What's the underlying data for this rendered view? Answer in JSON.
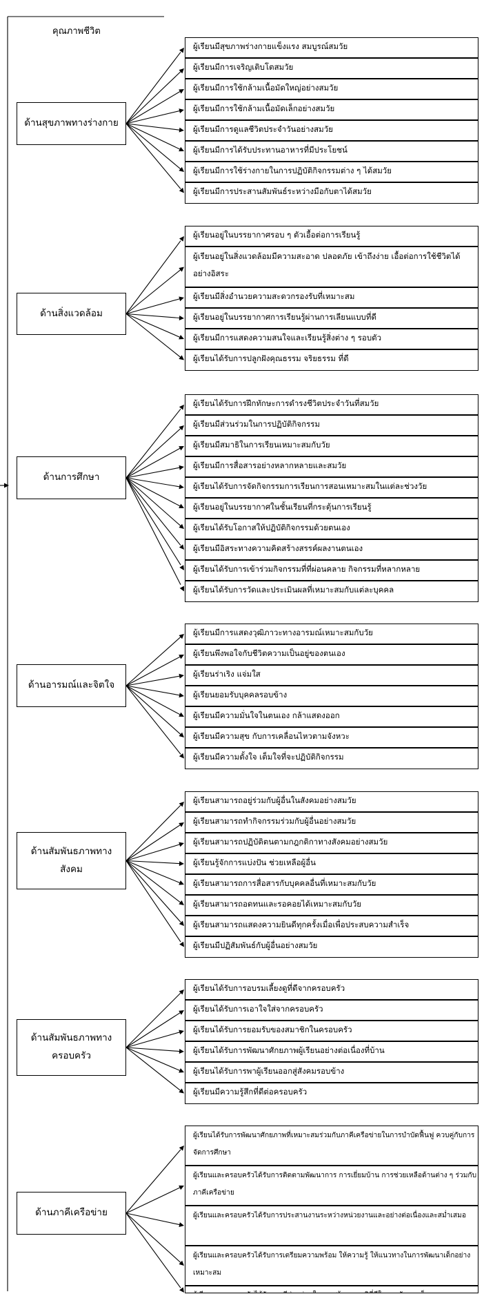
{
  "title": "คุณภาพชีวิต",
  "groups": [
    {
      "label": "ด้านสุขภาพทางร่างกาย",
      "items": [
        "ผู้เรียนมีสุขภาพร่างกายแข็งแรง สมบูรณ์สมวัย",
        "ผู้เรียนมีการเจริญเติบโตสมวัย",
        "ผู้เรียนมีการใช้กล้ามเนื้อมัดใหญ่อย่างสมวัย",
        "ผู้เรียนมีการใช้กล้ามเนื้อมัดเล็กอย่างสมวัย",
        "ผู้เรียนมีการดูแลชีวิตประจำวันอย่างสมวัย",
        "ผู้เรียนมีการได้รับประทานอาหารที่มีประโยชน์",
        "ผู้เรียนมีการใช้ร่างกายในการปฏิบัติกิจกรรมต่าง ๆ ได้สมวัย",
        "ผู้เรียนมีการประสานสัมพันธ์ระหว่างมือกับตาได้สมวัย"
      ]
    },
    {
      "label": "ด้านสิ่งแวดล้อม",
      "items": [
        "ผู้เรียนอยู่ในบรรยากาศรอบ ๆ ตัวเอื้อต่อการเรียนรู้",
        "ผู้เรียนอยู่ในสิ่งแวดล้อมมีความสะอาด ปลอดภัย เข้าถึงง่าย เอื้อต่อการใช้ชีวิตได้อย่างอิสระ",
        "ผู้เรียนมีสิ่งอำนวยความสะดวกรองรับที่เหมาะสม",
        "ผู้เรียนอยู่ในบรรยากาศการเรียนรู้ผ่านการเลียนแบบที่ดี",
        "ผู้เรียนมีการแสดงความสนใจและเรียนรู้สิ่งต่าง ๆ รอบตัว",
        "ผู้เรียนได้รับการปลูกฝังคุณธรรม จริยธรรม ที่ดี"
      ]
    },
    {
      "label": "ด้านการศึกษา",
      "items": [
        "ผู้เรียนได้รับการฝึกทักษะการดำรงชีวิตประจำวันที่สมวัย",
        "ผู้เรียนมีส่วนร่วมในการปฏิบัติกิจกรรม",
        "ผู้เรียนมีสมาธิในการเรียนเหมาะสมกับวัย",
        "ผู้เรียนมีการสื่อสารอย่างหลากหลายและสมวัย",
        "ผู้เรียนได้รับการจัดกิจกรรมการเรียนการสอนเหมาะสมในแต่ละช่วงวัย",
        "ผู้เรียนอยู่ในบรรยากาศในชั้นเรียนที่กระตุ้นการเรียนรู้",
        "ผู้เรียนได้รับโอกาสให้ปฏิบัติกิจกรรมด้วยตนเอง",
        "ผู้เรียนมีอิสระทางความคิดสร้างสรรค์ผลงานตนเอง",
        "ผู้เรียนได้รับการเข้าร่วมกิจกรรมที่ที่ผ่อนคลาย กิจกรรมที่หลากหลาย",
        "ผู้เรียนได้รับการวัดและประเมินผลที่เหมาะสมกับแต่ละบุคคล"
      ]
    },
    {
      "label": "ด้านอารมณ์และจิตใจ",
      "items": [
        "ผู้เรียนมีการแสดงวุฒิภาวะทางอารมณ์เหมาะสมกับวัย",
        "ผู้เรียนพึงพอใจกับชีวิตความเป็นอยู่ของตนเอง",
        "ผู้เรียนร่าเริง แจ่มใส",
        "ผู้เรียนยอมรับบุคคลรอบข้าง",
        "ผู้เรียนมีความมั่นใจในตนเอง กล้าแสดงออก",
        "ผู้เรียนมีความสุข กับการเคลื่อนไหวตามจังหวะ",
        "ผู้เรียนมีความตั้งใจ เต็มใจที่จะปฏิบัติกิจกรรม"
      ]
    },
    {
      "label": "ด้านสัมพันธภาพทางสังคม",
      "items": [
        "ผู้เรียนสามารถอยู่ร่วมกับผู้อื่นในสังคมอย่างสมวัย",
        "ผู้เรียนสามารถทำกิจกรรมร่วมกับผู้อื่นอย่างสมวัย",
        "ผู้เรียนสามารถปฏิบัติตนตามกฎกติกาทางสังคมอย่างสมวัย",
        "ผู้เรียนรู้จักการแบ่งปัน ช่วยเหลือผู้อื่น",
        "ผู้เรียนสามารถการสื่อสารกับบุคคลอื่นที่เหมาะสมกับวัย",
        "ผู้เรียนสามารถอดทนและรอคอยได้เหมาะสมกับวัย",
        "ผู้เรียนสามารถแสดงความยินดีทุกครั้งเมื่อเพื่อประสบความสำเร็จ",
        "ผู้เรียนมีปฏิสัมพันธ์กับผู้อื่นอย่างสมวัย"
      ]
    },
    {
      "label": "ด้านสัมพันธภาพทางครอบครัว",
      "items": [
        "ผู้เรียนได้รับการอบรมเลี้ยงดูที่ดีจากครอบครัว",
        "ผู้เรียนได้รับการเอาใจใส่จากครอบครัว",
        "ผู้เรียนได้รับการยอมรับของสมาชิกในครอบครัว",
        "ผู้เรียนได้รับการพัฒนาศักยภาพผู้เรียนอย่างต่อเนื่องที่บ้าน",
        "ผู้เรียนได้รับการพาผู้เรียนออกสู่สังคมรอบข้าง",
        "ผู้เรียนมีความรู้สึกที่ดีต่อครอบครัว"
      ]
    },
    {
      "label": "ด้านภาคีเครือข่าย",
      "items": [
        "ผู้เรียนได้รับการพัฒนาศักยภาพที่เหมาะสมร่วมกับภาคีเครือข่ายในการบำบัดฟื้นฟู ควบคู่กับการจัดการศึกษา",
        "ผู้เรียนและครอบครัวได้รับการติดตามพัฒนาการ การเยี่ยมบ้าน การช่วยเหลือด้านต่าง ๆ ร่วมกับภาคีเครือข่าย",
        "ผู้เรียนและครอบครัวได้รับการประสานงานระหว่างหน่วยงานและอย่างต่อเนื่องและสม่ำเสมอ",
        "ผู้เรียนและครอบครัวได้รับการเตรียมความพร้อม ให้ความรู้ ให้แนวทางในการพัฒนาเด็กอย่างเหมาะสม",
        "ผู้เรียนและครอบครัวได้รับการมีส่วนร่วมในการสร้างเจตคติที่ดีในการพัฒนาเด็ก"
      ]
    }
  ]
}
